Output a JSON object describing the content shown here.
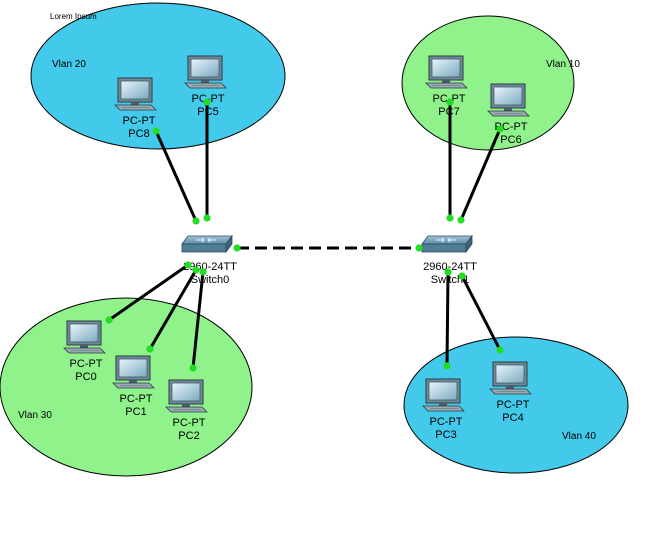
{
  "note": "Lorem Ipsum",
  "colors": {
    "vlan_blue": "#43c9ea",
    "vlan_green": "#8ff28a",
    "link_dot": "#22dd22",
    "link_line": "#000000"
  },
  "vlans": [
    {
      "id": "vlan20",
      "label": "Vlan 20",
      "color": "vlan_blue"
    },
    {
      "id": "vlan10",
      "label": "Vlan 10",
      "color": "vlan_green"
    },
    {
      "id": "vlan30",
      "label": "Vlan 30",
      "color": "vlan_green"
    },
    {
      "id": "vlan40",
      "label": "Vlan 40",
      "color": "vlan_blue"
    }
  ],
  "switches": [
    {
      "id": "switch0",
      "model": "2960-24TT",
      "name": "Switch0"
    },
    {
      "id": "switch1",
      "model": "2960-24TT",
      "name": "Switch1"
    }
  ],
  "pcs": [
    {
      "id": "pc8",
      "type": "PC-PT",
      "name": "PC8",
      "icon": "desktop-pc-icon"
    },
    {
      "id": "pc5",
      "type": "PC-PT",
      "name": "PC5",
      "icon": "desktop-pc-icon"
    },
    {
      "id": "pc7",
      "type": "PC-PT",
      "name": "PC7",
      "icon": "desktop-pc-icon"
    },
    {
      "id": "pc6",
      "type": "PC-PT",
      "name": "PC6",
      "icon": "desktop-pc-icon"
    },
    {
      "id": "pc0",
      "type": "PC-PT",
      "name": "PC0",
      "icon": "desktop-pc-icon"
    },
    {
      "id": "pc1",
      "type": "PC-PT",
      "name": "PC1",
      "icon": "desktop-pc-icon"
    },
    {
      "id": "pc2",
      "type": "PC-PT",
      "name": "PC2",
      "icon": "desktop-pc-icon"
    },
    {
      "id": "pc3",
      "type": "PC-PT",
      "name": "PC3",
      "icon": "desktop-pc-icon"
    },
    {
      "id": "pc4",
      "type": "PC-PT",
      "name": "PC4",
      "icon": "desktop-pc-icon"
    }
  ],
  "links": [
    {
      "from": "switch0",
      "to": "pc8",
      "style": "solid"
    },
    {
      "from": "switch0",
      "to": "pc5",
      "style": "solid"
    },
    {
      "from": "switch0",
      "to": "pc0",
      "style": "solid"
    },
    {
      "from": "switch0",
      "to": "pc1",
      "style": "solid"
    },
    {
      "from": "switch0",
      "to": "pc2",
      "style": "solid"
    },
    {
      "from": "switch1",
      "to": "pc7",
      "style": "solid"
    },
    {
      "from": "switch1",
      "to": "pc6",
      "style": "solid"
    },
    {
      "from": "switch1",
      "to": "pc3",
      "style": "solid"
    },
    {
      "from": "switch1",
      "to": "pc4",
      "style": "solid"
    },
    {
      "from": "switch0",
      "to": "switch1",
      "style": "dashed"
    }
  ]
}
